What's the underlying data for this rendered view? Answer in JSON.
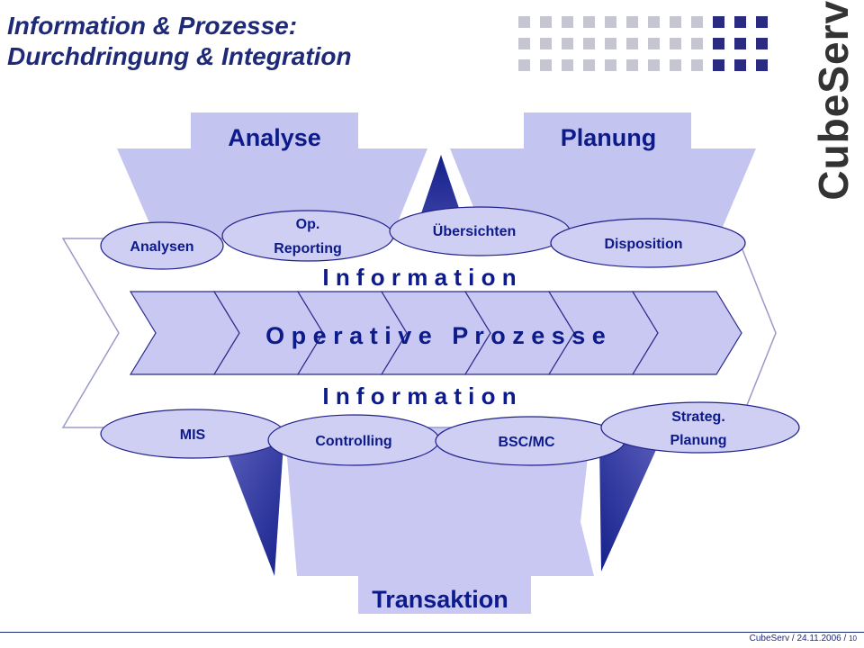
{
  "title": {
    "line1": "Information & Prozesse:",
    "line2": "Durchdringung & Integration"
  },
  "logo": {
    "text": "CubeServ",
    "reg": "®"
  },
  "labels": {
    "analyse": "Analyse",
    "planung": "Planung",
    "transaktion": "Transaktion"
  },
  "band": {
    "information_top": "I n f o r m a t i o n",
    "information_bottom": "I n f o r m a t i o n",
    "prozesse": "O p e r a t i v e   P r o z e s s e"
  },
  "ellipses": {
    "analysen": "Analysen",
    "op_reporting": [
      "Op.",
      "Reporting"
    ],
    "uebersichten": "Übersichten",
    "disposition": "Disposition",
    "mis": "MIS",
    "controlling": "Controlling",
    "bsc_mc": "BSC/MC",
    "strateg_planung": [
      "Strateg.",
      "Planung"
    ]
  },
  "footer": {
    "company": "CubeServ",
    "date": "24.11.2006",
    "page": "10"
  },
  "colors": {
    "navy": "#1e2a78",
    "text_dark": "#0c1a8a",
    "lavender": "#c4c4f0",
    "lavender_light": "#dcdcf8",
    "tab": "#b8b8e8",
    "ellipse": "#cfcff3",
    "dot_gray": "#c6c6d2",
    "dot_navy": "#2a2a80"
  }
}
